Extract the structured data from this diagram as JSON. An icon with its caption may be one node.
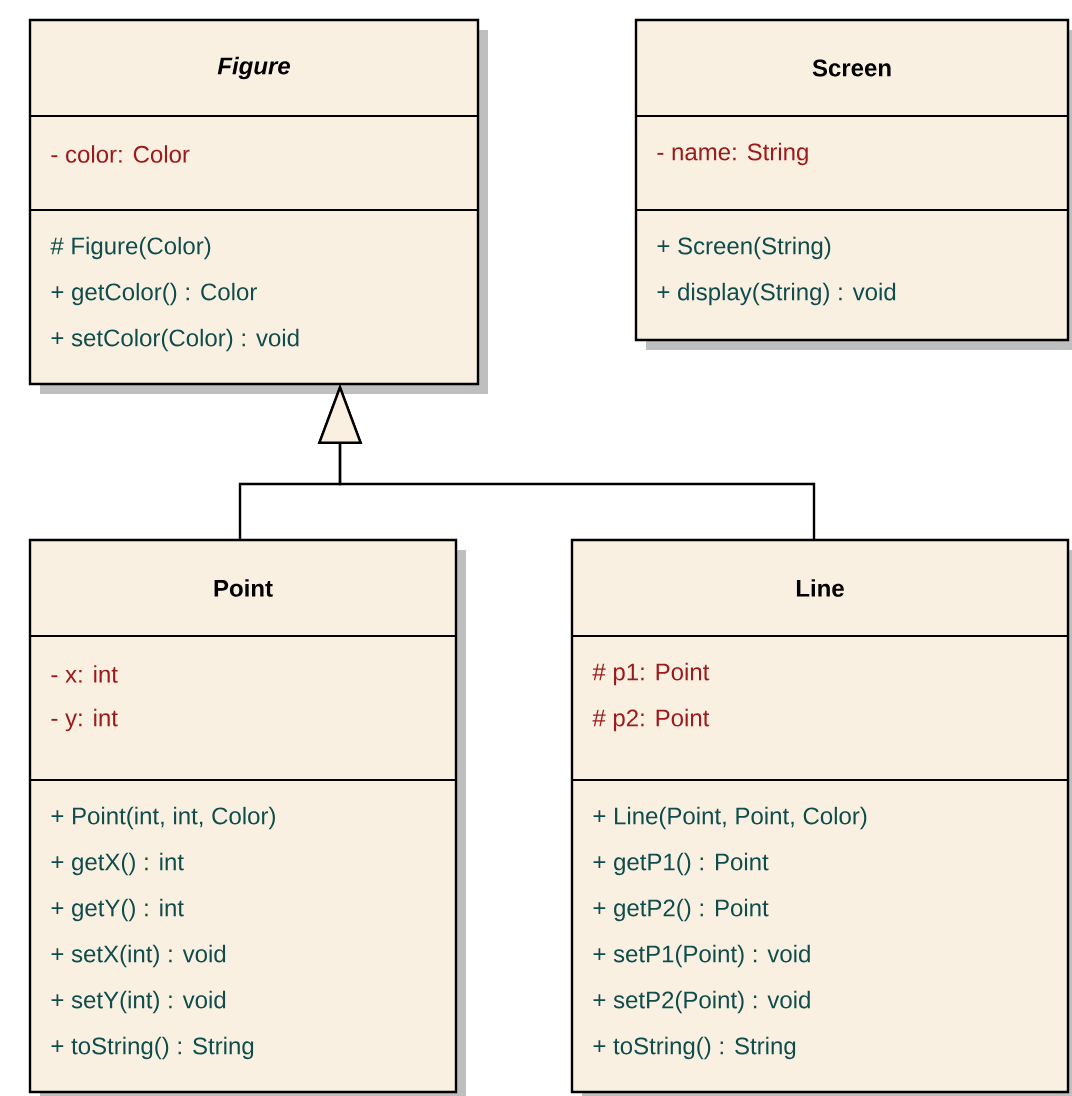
{
  "diagram": {
    "nodes": [
      {
        "text": [
          "Figure",
          "- color: Color",
          "# Figure(Color)",
          "+ getColor() : Color",
          "+ setColor(Color) : void"
        ]
      },
      {
        "text": [
          "Screen",
          "- name: String",
          "+ Screen(String)",
          "+ display(String) : void"
        ]
      },
      {
        "text": [
          "Point",
          "- x: int",
          "- y: int",
          "+ Point(int, int, Color)",
          "+ getX() : int",
          "+ getY() : int",
          "+ setX(int) : void",
          "+ setY(int) : void",
          "+ toString() : String"
        ]
      },
      {
        "text": [
          "Line",
          "# p1: Point",
          "# p2: Point",
          "+ Line(Point, Point, Color)",
          "+ getP1() : Point",
          "+ getP2() : Point",
          "+ setP1(Point) : void",
          "+ setP2(Point) : void",
          "+ toString() : String"
        ]
      }
    ],
    "edges": [
      {
        "from": 2,
        "to": 0,
        "arrow": "to"
      },
      {
        "from": 3,
        "to": 0,
        "arrow": "to"
      }
    ]
  }
}
